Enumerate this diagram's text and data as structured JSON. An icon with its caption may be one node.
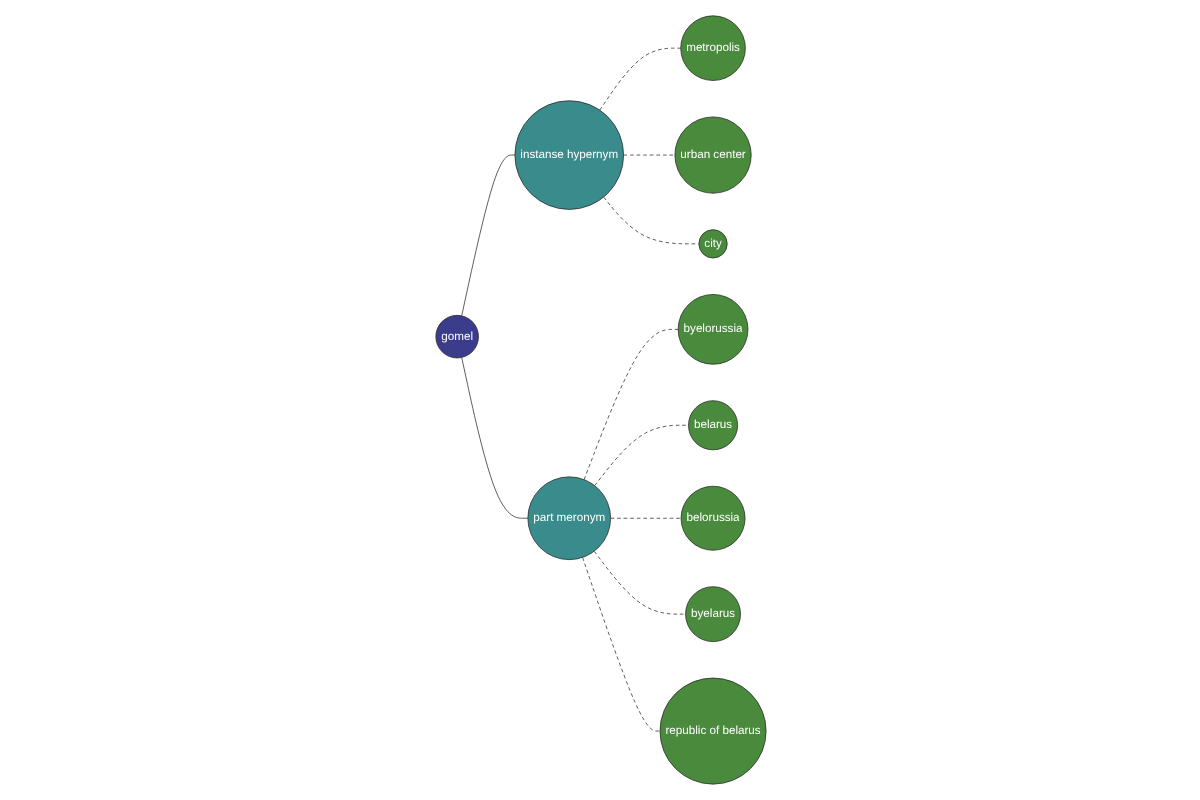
{
  "diagram": {
    "nodes": [
      {
        "text": [
          "gomel"
        ]
      },
      {
        "text": [
          "instanse hypernym"
        ]
      },
      {
        "text": [
          "metropolis"
        ]
      },
      {
        "text": [
          "urban center"
        ]
      },
      {
        "text": [
          "city"
        ]
      },
      {
        "text": [
          "part meronym"
        ]
      },
      {
        "text": [
          "byelorussia"
        ]
      },
      {
        "text": [
          "belarus"
        ]
      },
      {
        "text": [
          "belorussia"
        ]
      },
      {
        "text": [
          "byelarus"
        ]
      },
      {
        "text": [
          "republic of belarus"
        ]
      }
    ],
    "edges": [
      {
        "from": 0,
        "to": 1,
        "arrow": "none"
      },
      {
        "from": 0,
        "to": 5,
        "arrow": "none"
      },
      {
        "from": 1,
        "to": 2,
        "arrow": "none",
        "style": "dashed"
      },
      {
        "from": 1,
        "to": 3,
        "arrow": "none",
        "style": "dashed"
      },
      {
        "from": 1,
        "to": 4,
        "arrow": "none",
        "style": "dashed"
      },
      {
        "from": 5,
        "to": 6,
        "arrow": "none",
        "style": "dashed"
      },
      {
        "from": 5,
        "to": 7,
        "arrow": "none",
        "style": "dashed"
      },
      {
        "from": 5,
        "to": 8,
        "arrow": "none",
        "style": "dashed"
      },
      {
        "from": 5,
        "to": 9,
        "arrow": "none",
        "style": "dashed"
      },
      {
        "from": 5,
        "to": 10,
        "arrow": "none",
        "style": "dashed"
      }
    ]
  }
}
